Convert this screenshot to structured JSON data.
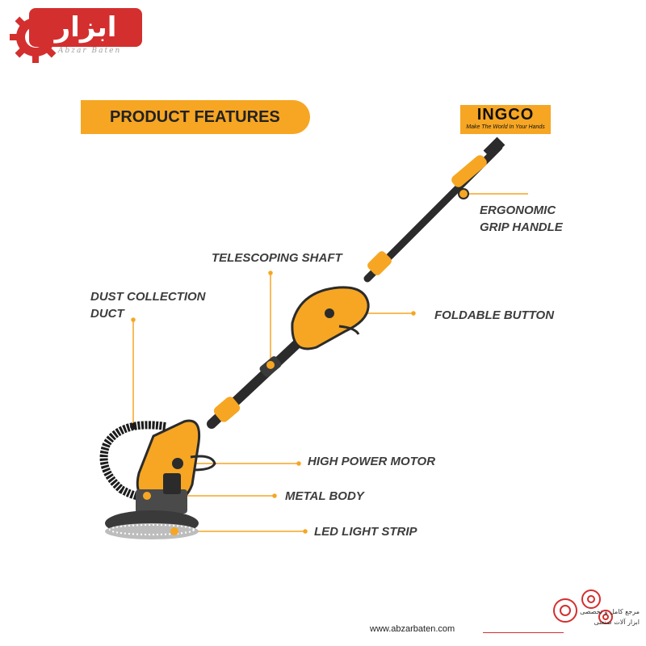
{
  "logo": {
    "text": "ابزار باطن",
    "subtitle": "Abzar Baten"
  },
  "banner": {
    "title": "PRODUCT FEATURES"
  },
  "brand": {
    "name": "INGCO",
    "tagline": "Make The World In Your Hands"
  },
  "features": {
    "grip": [
      "ERGONOMIC",
      "GRIP HANDLE"
    ],
    "shaft": "TELESCOPING SHAFT",
    "dust": [
      "DUST COLLECTION",
      "DUCT"
    ],
    "fold": "FOLDABLE BUTTON",
    "motor": "HIGH POWER MOTOR",
    "metal": "METAL BODY",
    "led": "LED LIGHT STRIP"
  },
  "footer": {
    "url": "www.abzarbaten.com",
    "tagline_line1": "مرجع کامل و تخصصی",
    "tagline_line2": "ابزار آلات صنعتی"
  },
  "colors": {
    "accent": "#f6a623",
    "brand_red": "#d32f2f",
    "tool_dark": "#2b2b2b"
  }
}
